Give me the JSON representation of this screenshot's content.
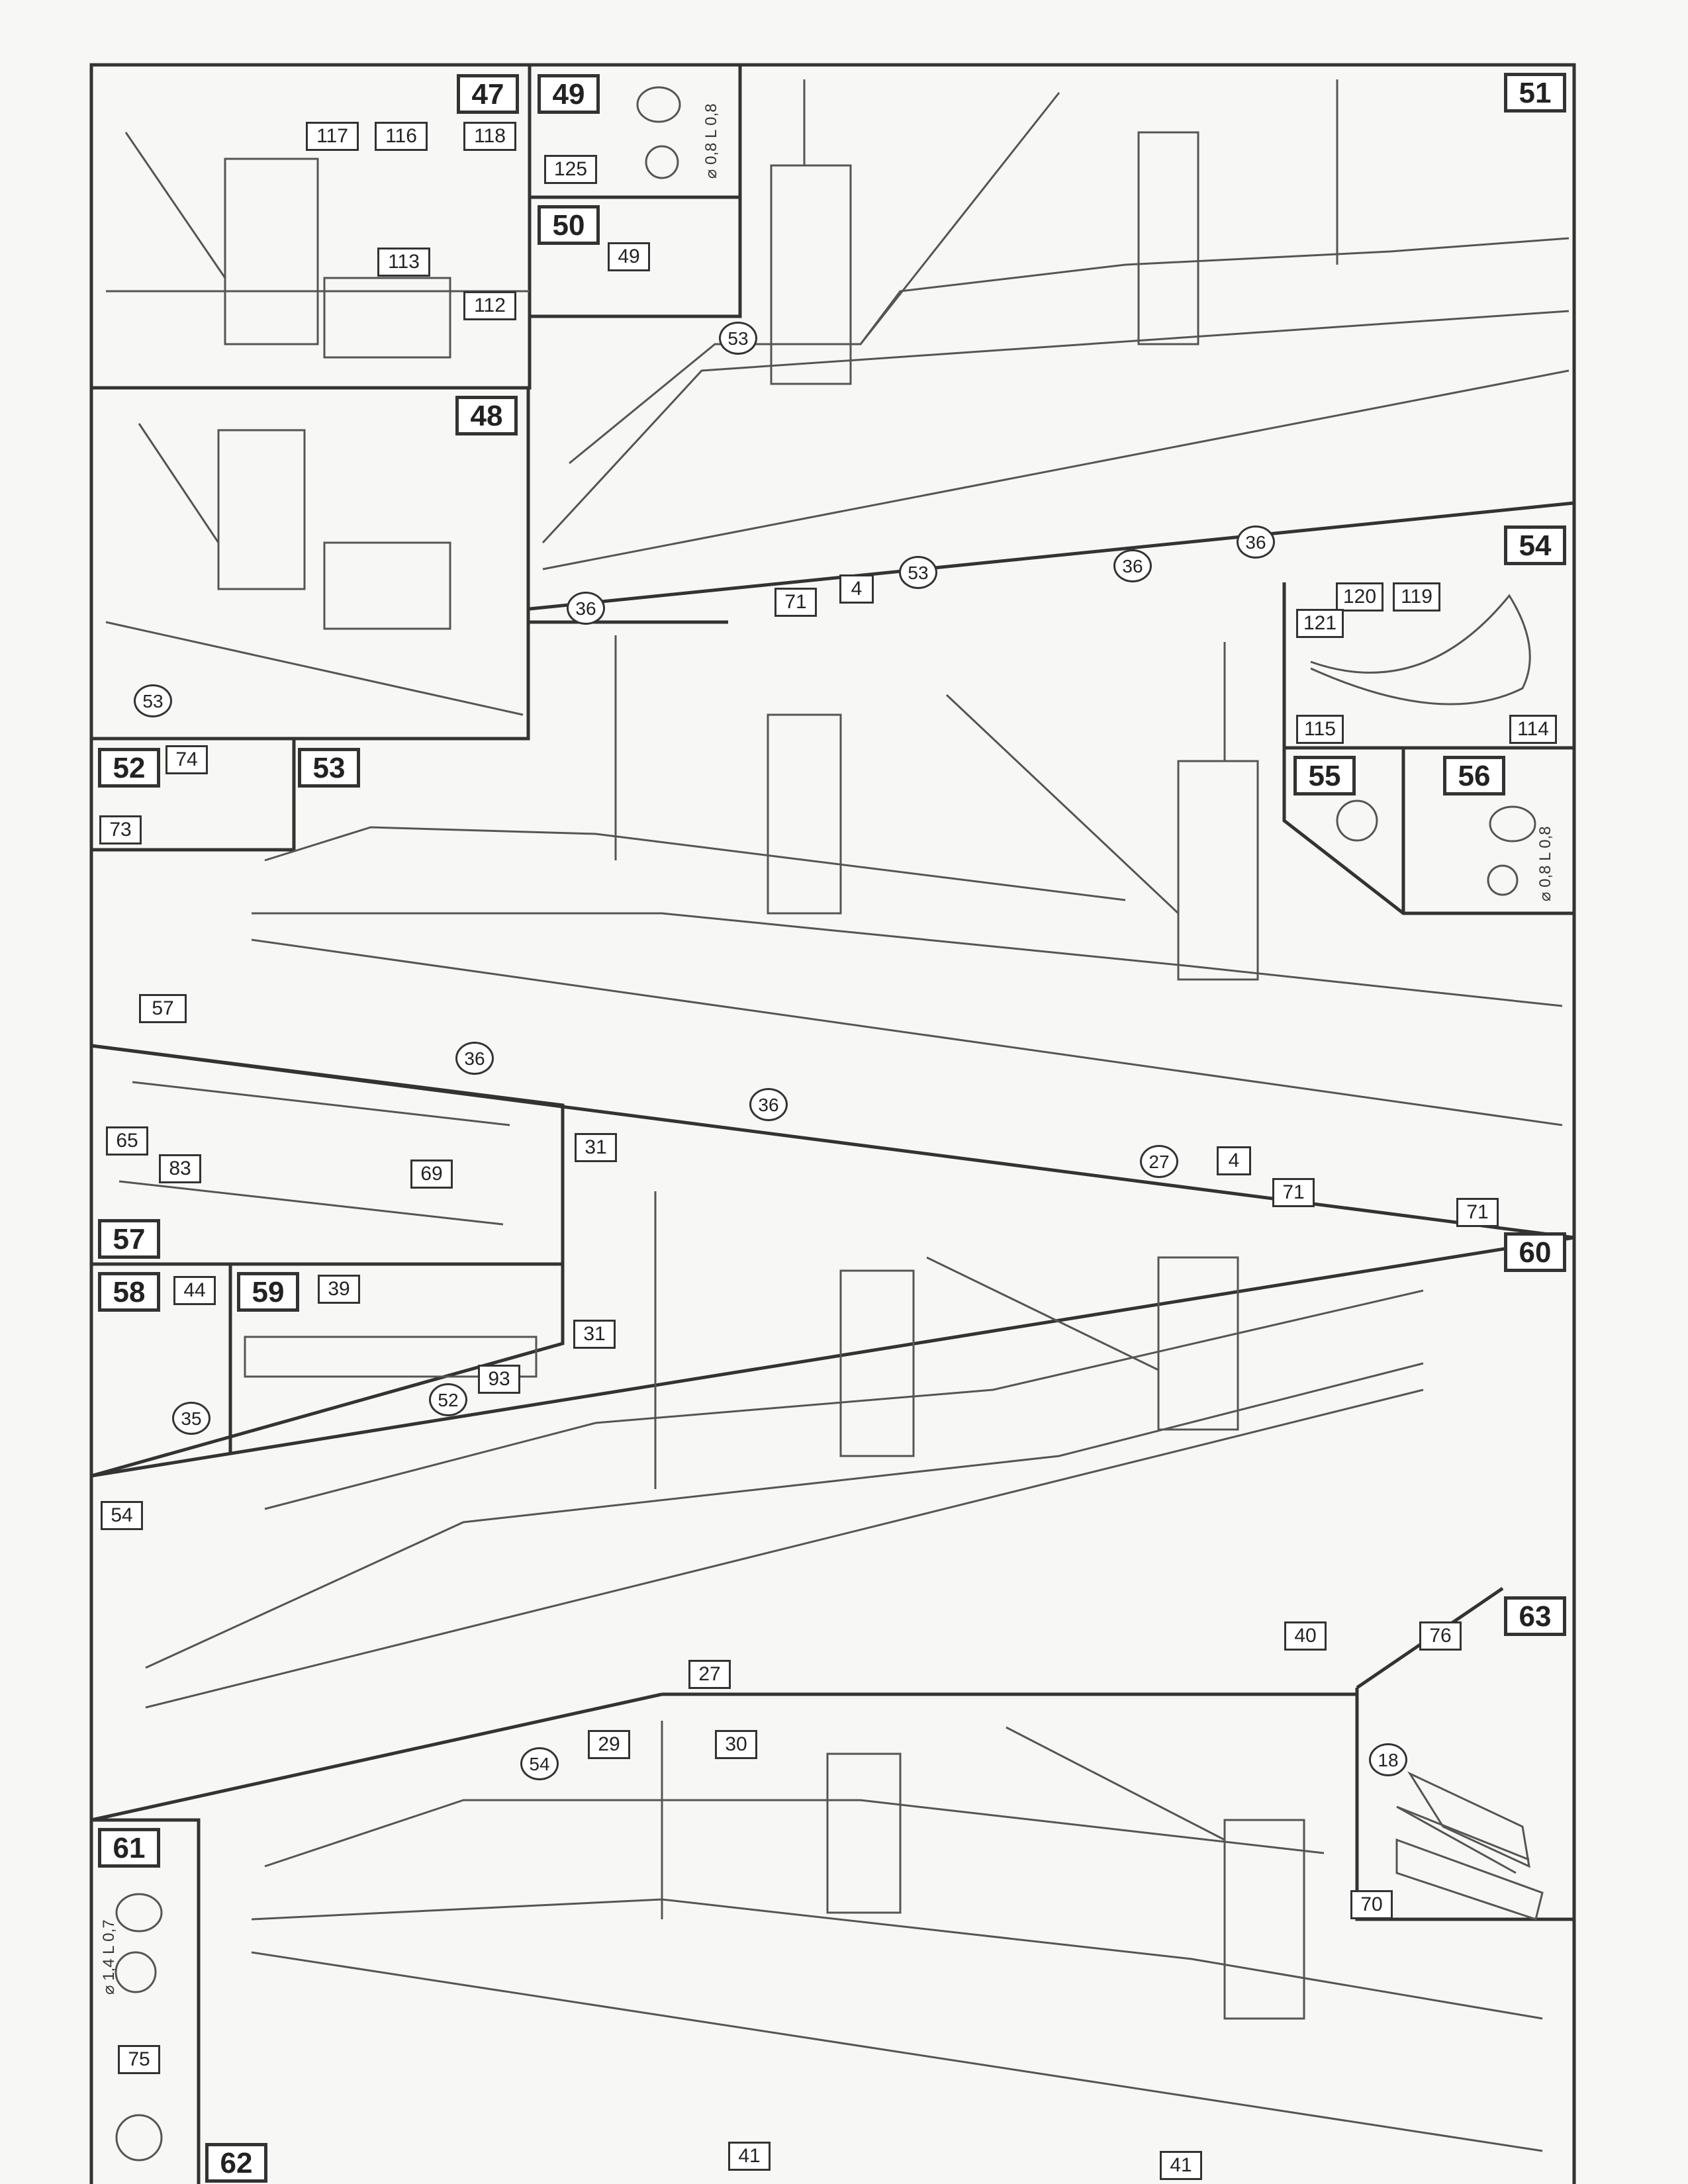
{
  "steps": {
    "s47": "47",
    "s48": "48",
    "s49": "49",
    "s50": "50",
    "s51": "51",
    "s52": "52",
    "s53": "53",
    "s54": "54",
    "s55": "55",
    "s56": "56",
    "s57": "57",
    "s58": "58",
    "s59": "59",
    "s60": "60",
    "s61": "61",
    "s62": "62",
    "s63": "63"
  },
  "parts": {
    "p117": "117",
    "p116": "116",
    "p118": "118",
    "p113": "113",
    "p112": "112",
    "p125": "125",
    "p49b": "49",
    "p71a": "71",
    "p4a": "4",
    "p120": "120",
    "p119": "119",
    "p121": "121",
    "p115": "115",
    "p114": "114",
    "p74": "74",
    "p73": "73",
    "p57b": "57",
    "p65": "65",
    "p83": "83",
    "p69": "69",
    "p31a": "31",
    "p27a": "4",
    "p71b": "71",
    "p71c": "71",
    "p44": "44",
    "p39": "39",
    "p93": "93",
    "p31b": "31",
    "p54b": "54",
    "p27b": "27",
    "p40": "40",
    "p76": "76",
    "p29": "29",
    "p30": "30",
    "p70": "70",
    "p75": "75",
    "p41a": "41",
    "p41b": "41"
  },
  "circled": {
    "c53a": "53",
    "c53b": "53",
    "c36a": "36",
    "c36b": "36",
    "c36c": "36",
    "c53c": "53",
    "c36d": "36",
    "c36e": "36",
    "c27": "27",
    "c35": "35",
    "c52": "52",
    "c18": "18",
    "c54": "54"
  },
  "dimensions": {
    "d49": "⌀ 0,8  L 0,8",
    "d56": "⌀ 0,8  L 0,8",
    "d61": "⌀ 1,4  L 0,7"
  }
}
